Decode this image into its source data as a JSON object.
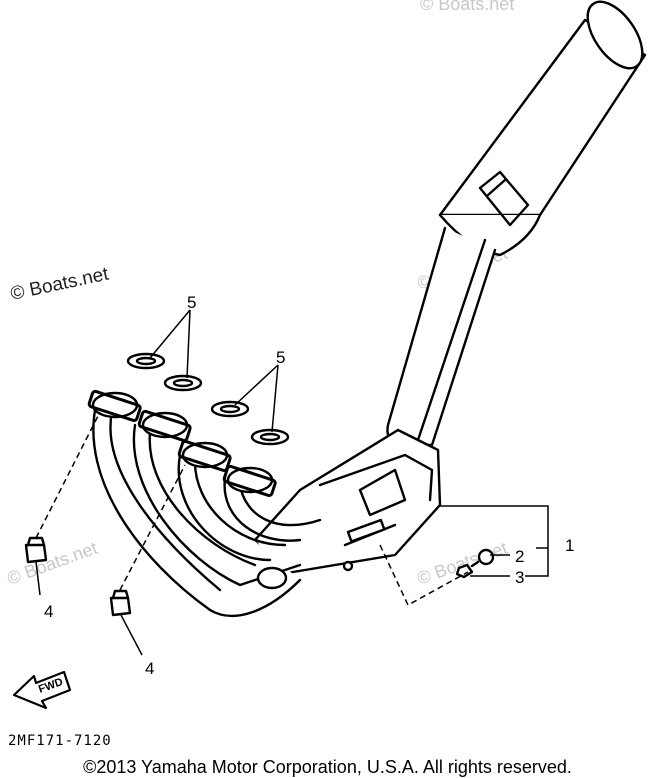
{
  "diagram": {
    "watermark": "© Boats.net",
    "callouts": {
      "c1": "1",
      "c2": "2",
      "c3": "3",
      "c4a": "4",
      "c4b": "4",
      "c5a": "5",
      "c5b": "5"
    },
    "arrow_label": "FWD",
    "part_number": "2MF171-7120"
  },
  "footer": {
    "copyright": "©2013 Yamaha Motor Corporation, U.S.A. All rights reserved."
  },
  "colors": {
    "line": "#000000",
    "background": "#ffffff",
    "watermark": "#c8c8c8"
  }
}
